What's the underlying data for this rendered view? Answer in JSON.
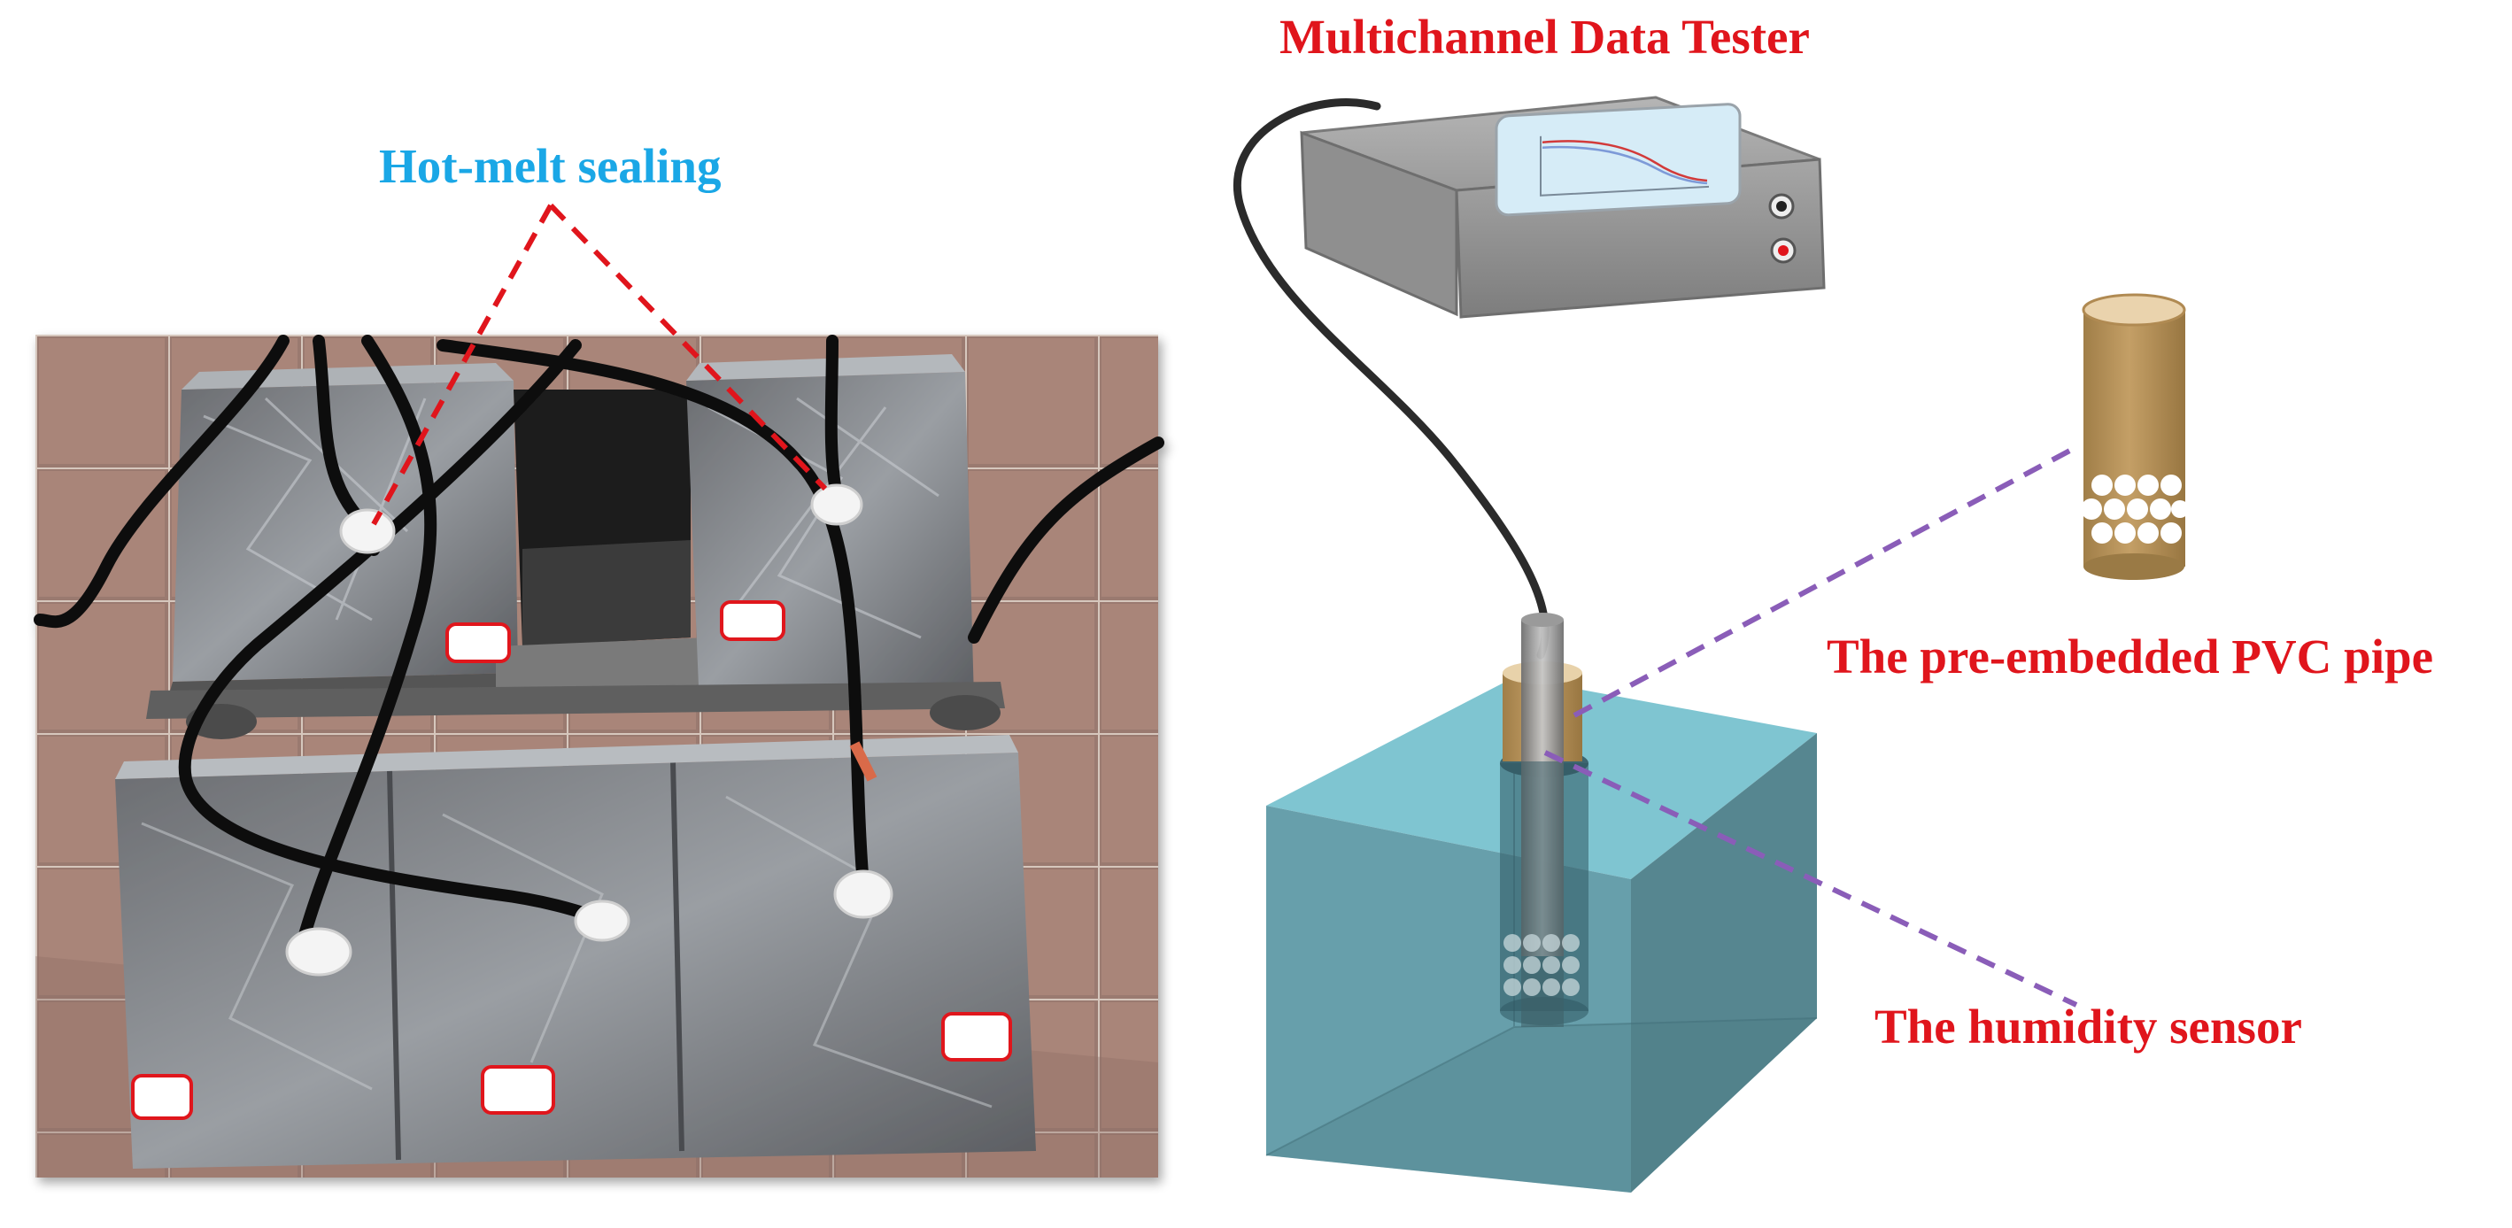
{
  "labels": {
    "hot_melt": "Hot-melt sealing",
    "tester": "Multichannel Data Tester",
    "pvc_pipe": "The pre-embedded PVC pipe",
    "humidity_sensor": "The humidity sensor"
  },
  "colors": {
    "hot_melt_label": "#1aa7e6",
    "red_label": "#e0151c",
    "red_leader": "#e0151c",
    "purple_leader": "#8a5db8",
    "cube_front": "#5f9aa6",
    "cube_top": "#78c2cf",
    "cube_side": "#4d7f8a",
    "pvc_brown": "#b8955b",
    "device_body": "#8e8e8e",
    "device_screen": "#d6ecf7",
    "cable": "#2b2b2b"
  },
  "icons": {
    "device": "data-tester-device-icon",
    "pvc": "pvc-pipe-icon",
    "sensor": "humidity-sensor-icon",
    "specimen": "concrete-specimen-photo"
  }
}
